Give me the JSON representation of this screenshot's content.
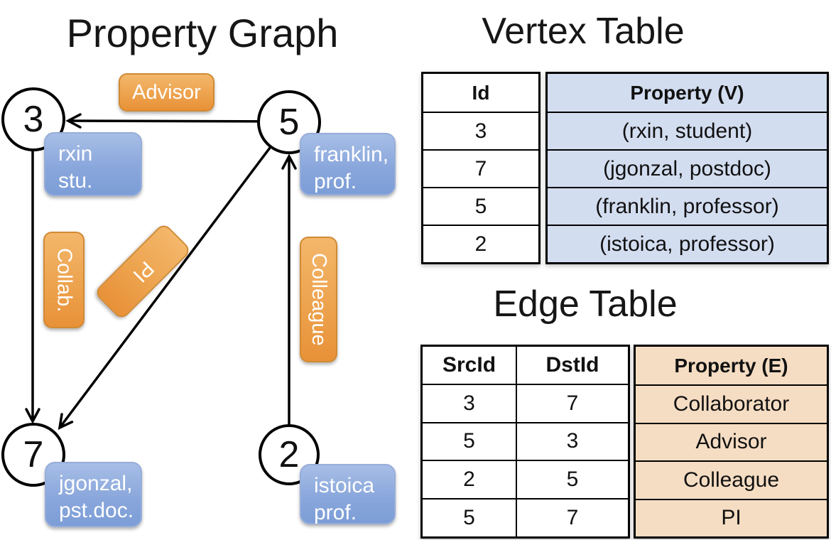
{
  "graph": {
    "title": "Property Graph",
    "nodes": [
      {
        "id": "3",
        "property": "rxin\nstu."
      },
      {
        "id": "5",
        "property": "franklin,\nprof."
      },
      {
        "id": "7",
        "property": "jgonzal,\npst.doc."
      },
      {
        "id": "2",
        "property": "istoica\nprof."
      }
    ],
    "edges": [
      {
        "label": "Advisor",
        "src": "5",
        "dst": "3"
      },
      {
        "label": "Collab.",
        "src": "3",
        "dst": "7"
      },
      {
        "label": "PI",
        "src": "5",
        "dst": "7"
      },
      {
        "label": "Colleague",
        "src": "2",
        "dst": "5"
      }
    ]
  },
  "vertex_table": {
    "title": "Vertex Table",
    "headers": {
      "id": "Id",
      "property": "Property (V)"
    },
    "rows": [
      {
        "id": "3",
        "property": "(rxin, student)"
      },
      {
        "id": "7",
        "property": "(jgonzal, postdoc)"
      },
      {
        "id": "5",
        "property": "(franklin, professor)"
      },
      {
        "id": "2",
        "property": "(istoica, professor)"
      }
    ]
  },
  "edge_table": {
    "title": "Edge Table",
    "headers": {
      "src": "SrcId",
      "dst": "DstId",
      "property": "Property (E)"
    },
    "rows": [
      {
        "src": "3",
        "dst": "7",
        "property": "Collaborator"
      },
      {
        "src": "5",
        "dst": "3",
        "property": "Advisor"
      },
      {
        "src": "2",
        "dst": "5",
        "property": "Colleague"
      },
      {
        "src": "5",
        "dst": "7",
        "property": "PI"
      }
    ]
  },
  "colors": {
    "edge_label_orange": "#e8953a",
    "vertex_label_blue": "#7c9dd7",
    "vertex_table_cell_blue": "#d3ddf0",
    "edge_table_cell_orange": "#f5ddc3",
    "line_black": "#000000"
  }
}
